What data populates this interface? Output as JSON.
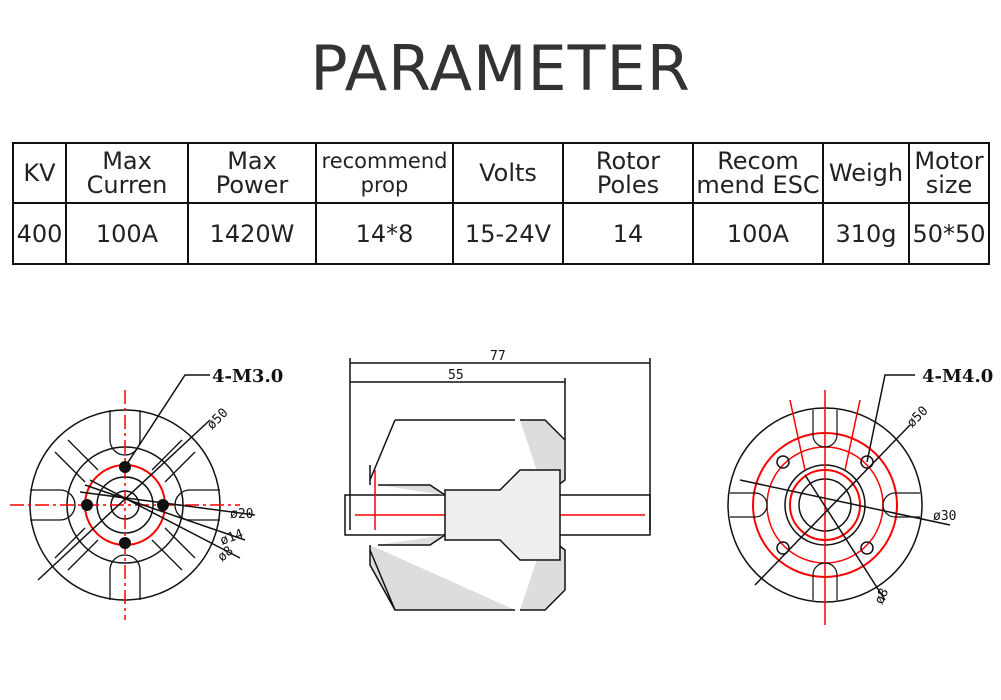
{
  "title": "PARAMETER",
  "table": {
    "headers": [
      "KV",
      "Max Curren",
      "Max Power",
      "recommend prop",
      "Volts",
      "Rotor Poles",
      "Recom mend ESC",
      "Weigh",
      "Motor size"
    ],
    "values": [
      "400",
      "100A",
      "1420W",
      "14*8",
      "15-24V",
      "14",
      "100A",
      "310g",
      "50*50"
    ]
  },
  "drawings": {
    "front": {
      "thread_label": "4-M3.0",
      "dims": [
        "ø50",
        "ø20",
        "ø14",
        "ø8"
      ]
    },
    "side": {
      "dims": [
        "77",
        "55"
      ]
    },
    "back": {
      "thread_label": "4-M4.0",
      "dims": [
        "ø50",
        "ø30",
        "ø8"
      ]
    }
  }
}
